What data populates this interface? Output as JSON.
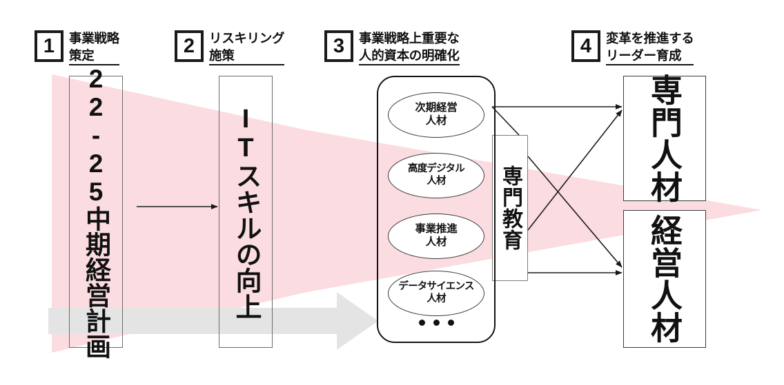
{
  "diagram": {
    "title_steps": [
      {
        "number": "1",
        "label": "事業戦略\n策定"
      },
      {
        "number": "2",
        "label": "リスキリング\n施策"
      },
      {
        "number": "3",
        "label": "事業戦略上重要な\n人的資本の明確化"
      },
      {
        "number": "4",
        "label": "変革を推進する\nリーダー育成"
      }
    ],
    "boxes": {
      "midterm_plan": "22-25中期経営計画",
      "it_skill": "ITスキルの向上",
      "specialized_education": "専門教育",
      "specialist_talent": "専門人材",
      "management_talent": "経営人材"
    },
    "talent_group": {
      "items": [
        "次期経営\n人材",
        "高度デジタル\n人材",
        "事業推進\n人材",
        "データサイエンス\n人材"
      ],
      "continuation": "•••"
    },
    "colors": {
      "pink_wedge": "#FBDCE0",
      "gray_arrow": "#E3E3E3",
      "outline_dark": "#111111",
      "outline_gray": "#6B6B6B"
    }
  }
}
